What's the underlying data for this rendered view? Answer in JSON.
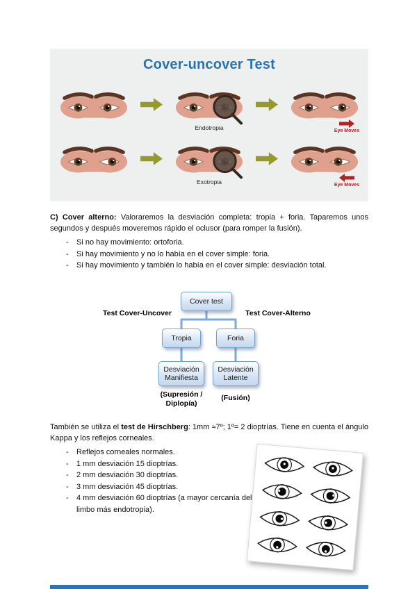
{
  "bullet_marker": "-",
  "panel": {
    "title": "Cover-uncover Test",
    "eye_moves_label": "Eye Moves",
    "rows": [
      {
        "label": "Endotropia"
      },
      {
        "label": "Exotropia"
      }
    ]
  },
  "section_c": {
    "bold": "C) Cover alterno:",
    "text": " Valoraremos la desviación completa: tropia + foria. Taparemos unos segundos y después moveremos rápido el oclusor (para romper la fusión).",
    "bullets": [
      "Si no hay movimiento: ortoforia.",
      "Si hay movimiento y no lo había en el cover simple: foria.",
      "Si hay movimiento y también lo había en el cover simple: desviación total."
    ]
  },
  "flowchart": {
    "root": "Cover test",
    "left_branch_title": "Test Cover-Uncover",
    "right_branch_title": "Test Cover-Alterno",
    "left_node": "Tropia",
    "right_node": "Foria",
    "left_leaf": "Desviación Manifiesta",
    "right_leaf": "Desviación Latente",
    "left_caption": "(Supresión / Diplopía)",
    "right_caption": "(Fusión)"
  },
  "hirschberg": {
    "intro_pre": "También se utiliza el ",
    "intro_bold": "test de Hirschberg",
    "intro_post": ": 1mm ≈7º;  1º= 2 dioptrías. Tiene en cuenta el ángulo Kappa y los reflejos corneales.",
    "bullets": [
      "Reflejos corneales normales.",
      "1 mm desviación 15 dioptrías.",
      "2 mm desviación 30 dioptrías.",
      "3 mm desviación 45 dioptrías.",
      "4 mm desviación 60 dioptrías (a mayor cercanía del limbo más endotropia)."
    ]
  }
}
